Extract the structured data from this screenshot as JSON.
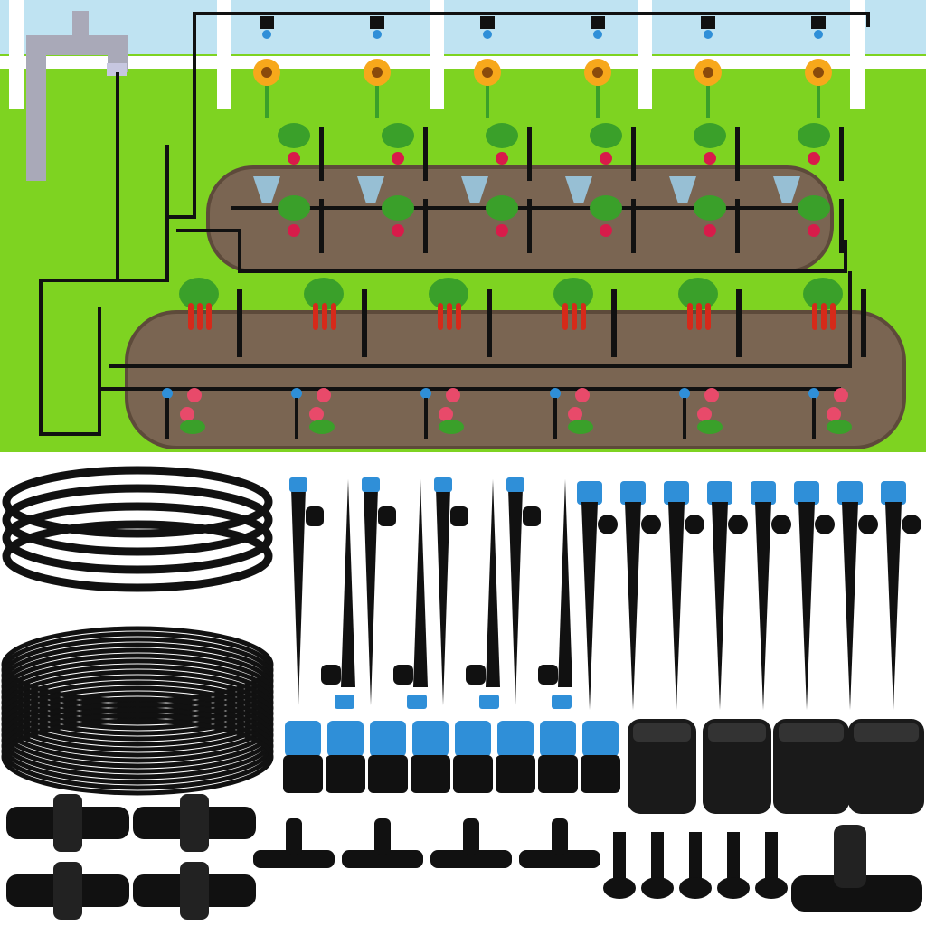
{
  "colors": {
    "sky": "#bfe3f2",
    "grass": "#7ed321",
    "fence": "#ffffff",
    "soil": "#7a6552",
    "soil_border": "#5d4a3a",
    "pipe": "#111111",
    "blue_cap": "#2f8fd8",
    "sunflower": "#f7a81b",
    "pepper": "#d52a1a",
    "leaf": "#3aa02a",
    "rose": "#e84a6a",
    "faucet": "#a9a9b8"
  },
  "scene": {
    "sunflower_count": 6,
    "beet_count_per_row": 6,
    "pepper_count": 6,
    "rose_count": 6
  },
  "kit": {
    "tubing_coils": 2,
    "adjustable_stakes_long": 8,
    "adjustable_stakes_short": 8,
    "blue_end_plugs": 8,
    "large_connectors": 4,
    "four_way_connectors": 4,
    "tee_connectors": 4,
    "hole_plugs": 5,
    "faucet_tee": 1
  }
}
